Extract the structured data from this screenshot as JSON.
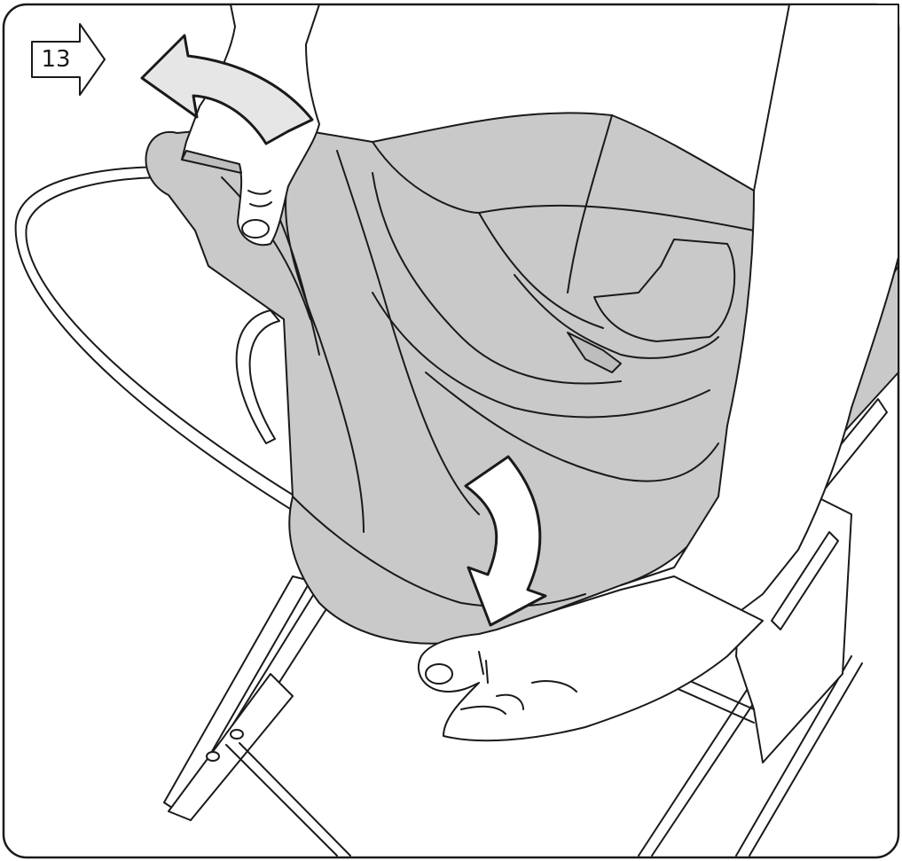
{
  "step": {
    "number": "13"
  },
  "colors": {
    "fabric": "#c9c9c9",
    "fabric_dark": "#bdbdbd",
    "outline": "#1a1a1a",
    "arrow_fill": "#e6e6e6",
    "background": "#ffffff"
  },
  "icons": {
    "step_arrow": "right-arrow-outline",
    "upper_arrow": "curved-arrow-left",
    "lower_arrow": "curved-arrow-down"
  }
}
